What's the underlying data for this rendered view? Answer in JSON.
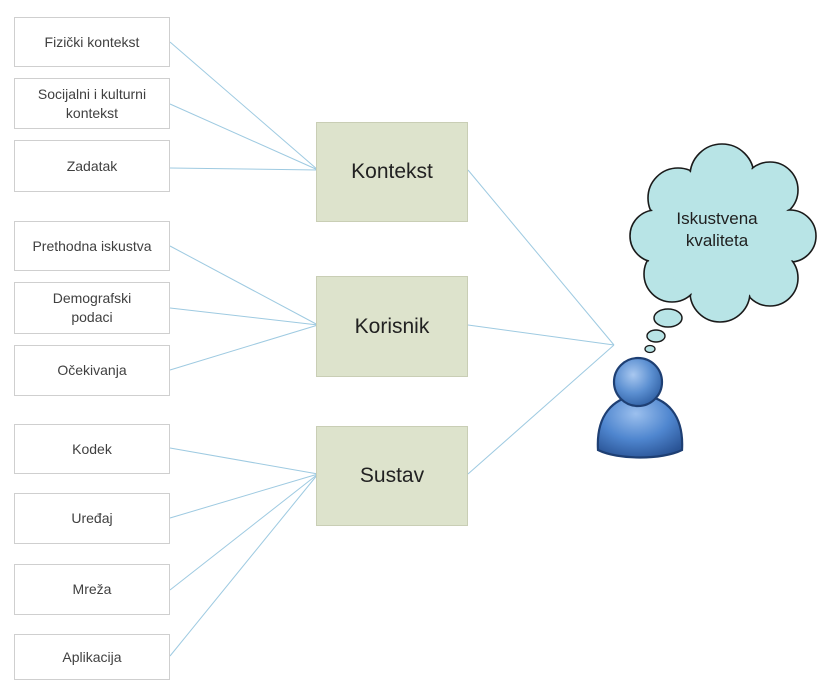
{
  "factors": {
    "context": [
      {
        "label": "Fizički kontekst"
      },
      {
        "label": "Socijalni i kulturni\nkontekst"
      },
      {
        "label": "Zadatak"
      }
    ],
    "user": [
      {
        "label": "Prethodna iskustva"
      },
      {
        "label": "Demografski\npodaci"
      },
      {
        "label": "Očekivanja"
      }
    ],
    "system": [
      {
        "label": "Kodek"
      },
      {
        "label": "Uređaj"
      },
      {
        "label": "Mreža"
      },
      {
        "label": "Aplikacija"
      }
    ]
  },
  "categories": {
    "context": "Kontekst",
    "user": "Korisnik",
    "system": "Sustav"
  },
  "thought_bubble": {
    "label": "Iskustvena\nkvaliteta"
  },
  "colors": {
    "connector": "#9ecae1",
    "category_fill": "#dde3cc",
    "cloud_fill": "#b8e4e6",
    "cloud_stroke": "#1a1a1a",
    "person_fill": "#5b8fd1",
    "person_stroke": "#1e3f73"
  },
  "icons": {
    "person": "user-person-icon",
    "thought": "thought-cloud-icon"
  }
}
